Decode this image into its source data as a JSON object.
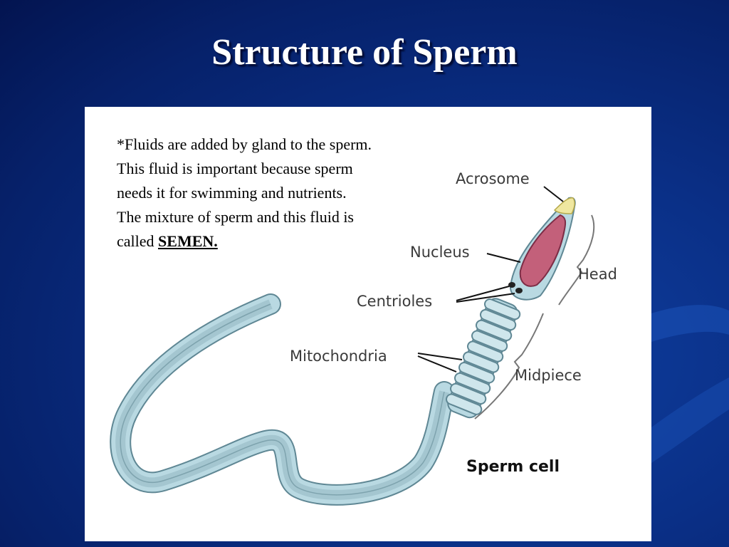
{
  "slide": {
    "title": "Structure of Sperm",
    "note_text": "*Fluids are added by gland to the sperm. This fluid is important because sperm needs it for swimming and nutrients. The mixture of  sperm and this fluid is called ",
    "note_emphasis": "SEMEN."
  },
  "diagram": {
    "labels": {
      "acrosome": "Acrosome",
      "nucleus": "Nucleus",
      "centrioles": "Centrioles",
      "mitochondria": "Mitochondria",
      "head": "Head",
      "midpiece": "Midpiece",
      "caption": "Sperm cell"
    },
    "colors": {
      "tail": "#b9d9e2",
      "tail_outline": "#5f8794",
      "nucleus": "#c3607a",
      "acrosome": "#efe7a0",
      "background": "#0a2f86"
    }
  }
}
